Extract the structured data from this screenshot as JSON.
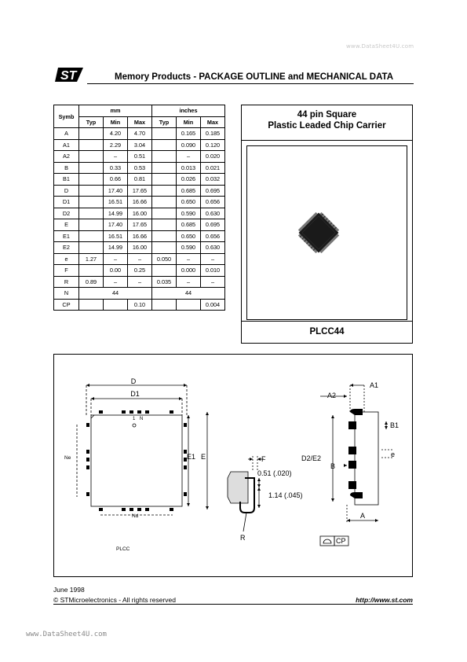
{
  "watermark_top": "www.DataSheet4U.com",
  "watermark_bottom": "www.DataSheet4U.com",
  "header": {
    "logo_alt": "ST logo",
    "title": "Memory Products - PACKAGE OUTLINE and MECHANICAL DATA"
  },
  "table": {
    "symb_header": "Symb",
    "group_mm": "mm",
    "group_inches": "inches",
    "sub_headers": [
      "Typ",
      "Min",
      "Max",
      "Typ",
      "Min",
      "Max"
    ],
    "rows": [
      [
        "A",
        "",
        "4.20",
        "4.70",
        "",
        "0.165",
        "0.185"
      ],
      [
        "A1",
        "",
        "2.29",
        "3.04",
        "",
        "0.090",
        "0.120"
      ],
      [
        "A2",
        "",
        "–",
        "0.51",
        "",
        "–",
        "0.020"
      ],
      [
        "B",
        "",
        "0.33",
        "0.53",
        "",
        "0.013",
        "0.021"
      ],
      [
        "B1",
        "",
        "0.66",
        "0.81",
        "",
        "0.026",
        "0.032"
      ],
      [
        "D",
        "",
        "17.40",
        "17.65",
        "",
        "0.685",
        "0.695"
      ],
      [
        "D1",
        "",
        "16.51",
        "16.66",
        "",
        "0.650",
        "0.656"
      ],
      [
        "D2",
        "",
        "14.99",
        "16.00",
        "",
        "0.590",
        "0.630"
      ],
      [
        "E",
        "",
        "17.40",
        "17.65",
        "",
        "0.685",
        "0.695"
      ],
      [
        "E1",
        "",
        "16.51",
        "16.66",
        "",
        "0.650",
        "0.656"
      ],
      [
        "E2",
        "",
        "14.99",
        "16.00",
        "",
        "0.590",
        "0.630"
      ],
      [
        "e",
        "1.27",
        "–",
        "–",
        "0.050",
        "–",
        "–"
      ],
      [
        "F",
        "",
        "0.00",
        "0.25",
        "",
        "0.000",
        "0.010"
      ],
      [
        "R",
        "0.89",
        "–",
        "–",
        "0.035",
        "–",
        "–"
      ]
    ],
    "row_n": {
      "symb": "N",
      "mm": "44",
      "inches": "44"
    },
    "row_cp": {
      "symb": "CP",
      "mm_max": "0.10",
      "in_max": "0.004"
    }
  },
  "package": {
    "title_line1": "44 pin Square",
    "title_line2": "Plastic Leaded Chip Carrier",
    "name": "PLCC44"
  },
  "drawing_labels": {
    "D": "D",
    "D1": "D1",
    "pin1": "1",
    "N": "N",
    "Ne": "Ne",
    "Nd": "Nd",
    "E1": "E1",
    "E": "E",
    "plcc": "PLCC",
    "F": "F",
    "dim051": "0.51 (.020)",
    "dim114": "1.14 (.045)",
    "R": "R",
    "A1": "A1",
    "A2": "A2",
    "B1": "B1",
    "e": "e",
    "D2E2": "D2/E2",
    "B": "B",
    "A": "A",
    "CP": "CP"
  },
  "footer": {
    "date": "June 1998",
    "copyright": "© STMicroelectronics - All rights reserved",
    "url": "http://www.st.com"
  }
}
